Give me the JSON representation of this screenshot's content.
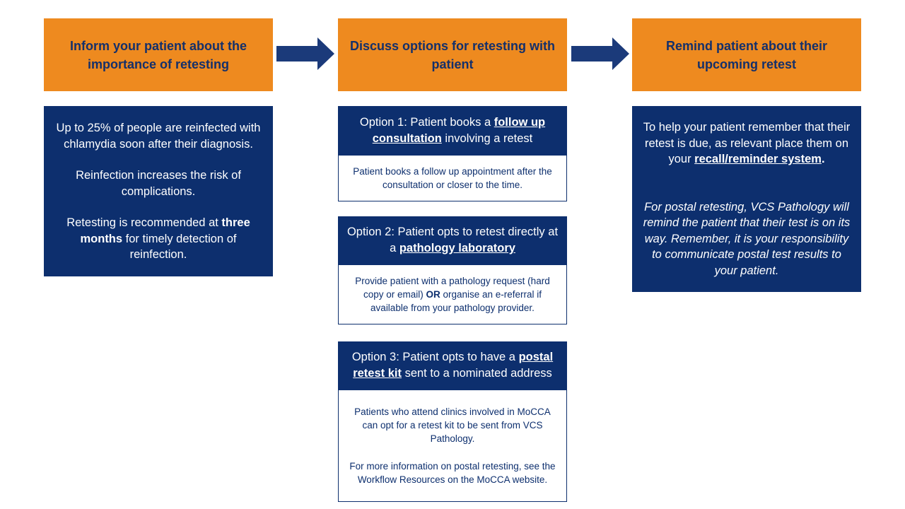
{
  "steps": [
    {
      "title": "Inform your patient about the importance of retesting"
    },
    {
      "title": "Discuss options for retesting with patient"
    },
    {
      "title": "Remind patient about their upcoming retest"
    }
  ],
  "inform": {
    "p1": "Up to 25% of people are reinfected with chlamydia soon after their diagnosis.",
    "p2": "Reinfection increases the risk of complications.",
    "p3_pre": "Retesting is recommended at ",
    "p3_bold": "three months",
    "p3_post": " for timely detection of reinfection."
  },
  "options": [
    {
      "head_pre": "Option 1: Patient books a ",
      "head_link": "follow up consultation",
      "head_post": " involving a retest",
      "body": "Patient books a follow up appointment after the consultation or closer to the time."
    },
    {
      "head_pre": "Option 2: Patient opts to retest directly at a ",
      "head_link": "pathology laboratory",
      "head_post": "",
      "body_pre": "Provide patient with a pathology request (hard copy or email) ",
      "body_bold": "OR",
      "body_post": " organise an e-referral if available from your pathology provider."
    },
    {
      "head_pre": "Option 3: Patient opts to have a ",
      "head_link": "postal retest kit",
      "head_post": " sent to a nominated address",
      "body_p1": "Patients who attend clinics involved in MoCCA can opt for a retest kit to be sent from VCS Pathology.",
      "body_p2": "For more information on postal retesting, see the Workflow Resources on the MoCCA website."
    }
  ],
  "remind": {
    "p1_pre": "To help your patient remember that their retest is due, as relevant place them on your ",
    "p1_link": "recall/reminder system",
    "p1_post": ".",
    "p2": "For postal retesting, VCS Pathology will remind the patient that their test is on its way. Remember, it is your responsibility to communicate postal test results to your patient."
  },
  "colors": {
    "orange": "#ee8a1f",
    "navy": "#0d2f6e",
    "arrow": "#1b3a7a"
  }
}
